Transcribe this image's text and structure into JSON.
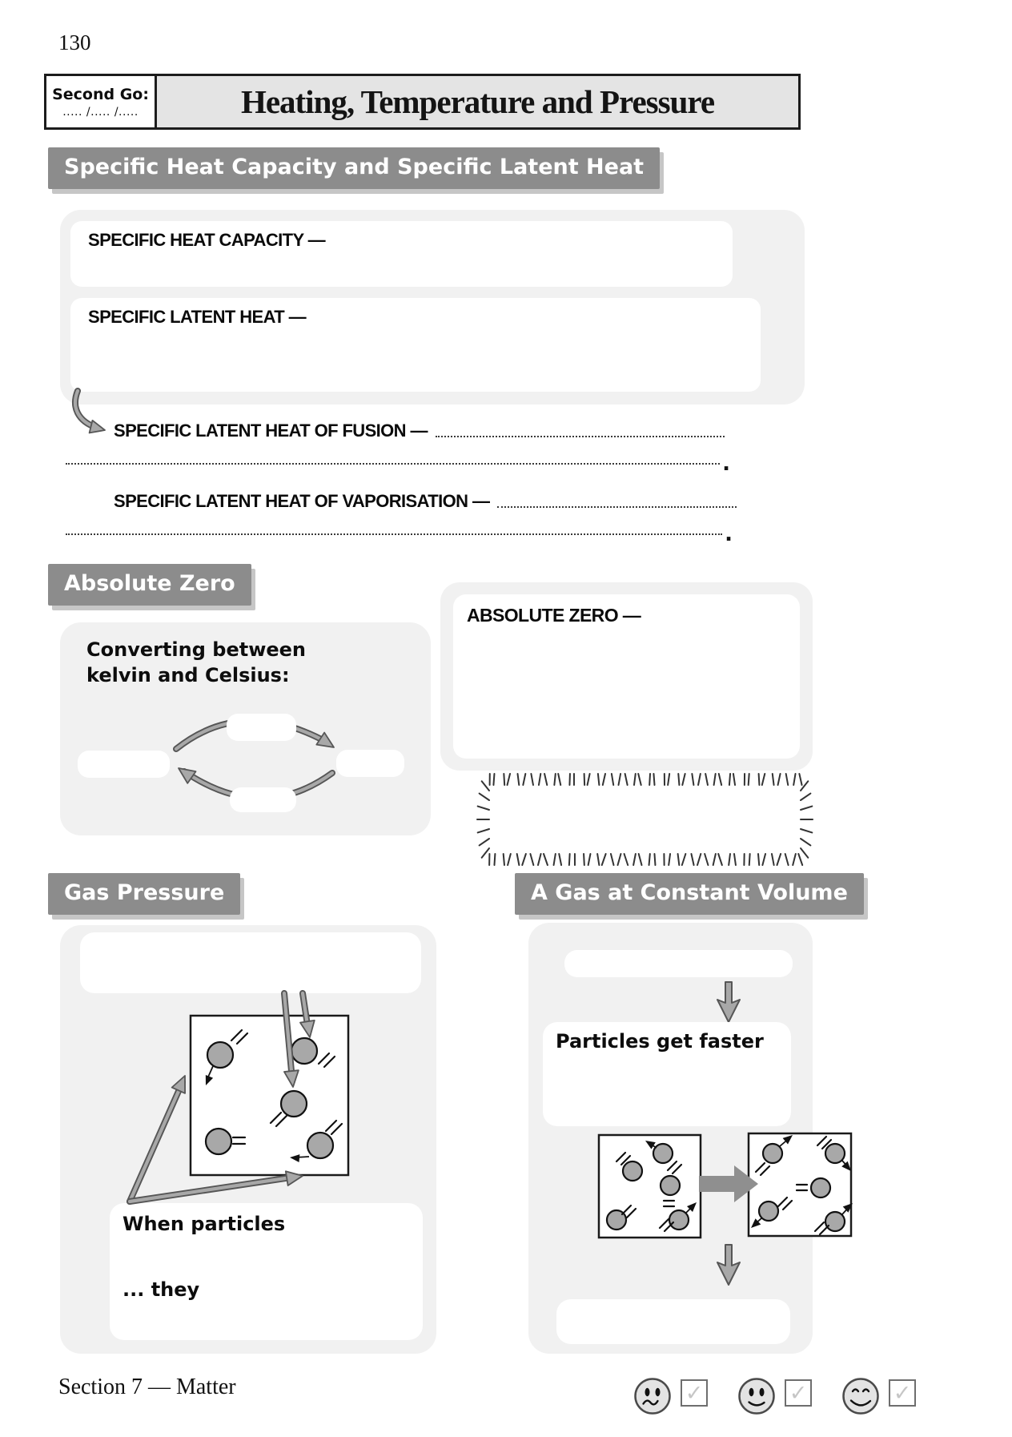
{
  "page": {
    "number": "130"
  },
  "header": {
    "second_go_label": "Second Go:",
    "second_go_dates": "..... /..... /.....",
    "title": "Heating, Temperature and Pressure"
  },
  "shc": {
    "badge": "Specific Heat Capacity and Specific Latent Heat",
    "heat_capacity_label": "SPECIFIC HEAT CAPACITY —",
    "latent_heat_label": "SPECIFIC LATENT HEAT —",
    "fusion_label": "SPECIFIC LATENT HEAT OF FUSION —",
    "vaporisation_label": "SPECIFIC LATENT HEAT OF VAPORISATION —",
    "line_end": "."
  },
  "absolute_zero": {
    "badge": "Absolute Zero",
    "converting_line1": "Converting between",
    "converting_line2": "kelvin and Celsius:",
    "definition_label": "ABSOLUTE ZERO —"
  },
  "gas_pressure": {
    "badge": "Gas Pressure",
    "when_particles": "When particles",
    "they": "... they"
  },
  "constant_volume": {
    "badge": "A Gas at Constant Volume",
    "particles_faster": "Particles get faster"
  },
  "footer": {
    "label": "Section 7 — Matter",
    "checkmark": "✓"
  },
  "colors": {
    "badge_gray": "#8c8c8c",
    "panel_gray": "#f1f1f1",
    "header_gray": "#e4e4e4",
    "particle_gray": "#a8a8a8",
    "arrow_gray": "#a8a8a8",
    "check_gray": "#c6c6c6",
    "ink": "#111111"
  }
}
